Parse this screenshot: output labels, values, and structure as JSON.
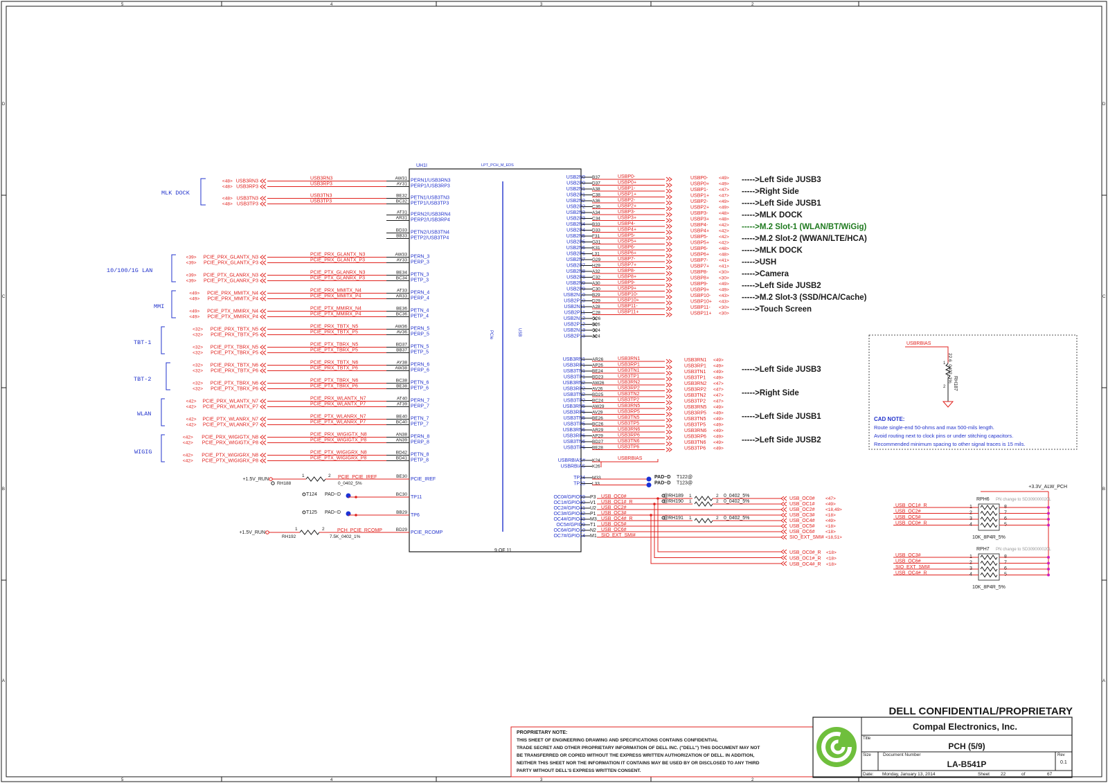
{
  "border": {
    "cols": [
      "5",
      "4",
      "3",
      "2"
    ],
    "rows": [
      "D",
      "C",
      "B",
      "A"
    ]
  },
  "ic": {
    "ref": "UH1I",
    "part": "LPT_PCH_M_EDS",
    "part_of": "9 OF 11",
    "sec_left": "PCIe",
    "sec_right": "USB"
  },
  "groups": [
    {
      "label": "MLK DOCK"
    },
    {
      "label": "10/100/1G LAN"
    },
    {
      "label": "MMI"
    },
    {
      "label": "TBT-1"
    },
    {
      "label": "TBT-2"
    },
    {
      "label": "WLAN"
    },
    {
      "label": "WIGIG"
    }
  ],
  "left_nets": [
    {
      "ref": "<48>",
      "net": "USB3RN3",
      "lbl": "USB3RN3",
      "ball": "AW31",
      "pin": "PERN1/USB3RN3"
    },
    {
      "ref": "<48>",
      "net": "USB3RP3",
      "lbl": "USB3RP3",
      "ball": "AY31",
      "pin": "PERP1/USB3RP3"
    },
    {
      "ref": "<48>",
      "net": "USB3TN3",
      "lbl": "USB3TN3",
      "ball": "BE32",
      "pin": "PETN1/USB3TN3"
    },
    {
      "ref": "<48>",
      "net": "USB3TP3",
      "lbl": "USB3TP3",
      "ball": "BC32",
      "pin": "PETP1/USB3TP3"
    },
    {
      "ref": "",
      "net": "",
      "lbl": "",
      "ball": "AT31",
      "pin": "PERN2/USB3RN4"
    },
    {
      "ref": "",
      "net": "",
      "lbl": "",
      "ball": "AR31",
      "pin": "PERP2/USB3RP4"
    },
    {
      "ref": "",
      "net": "",
      "lbl": "",
      "ball": "BD33",
      "pin": "PETN2/USB3TN4"
    },
    {
      "ref": "",
      "net": "",
      "lbl": "",
      "ball": "BB33",
      "pin": "PETP2/USB3TP4"
    },
    {
      "ref": "<39>",
      "net": "PCIE_PRX_GLANTX_N3",
      "lbl": "PCIE_PRX_GLANTX_N3",
      "ball": "AW33",
      "pin": "PERN_3"
    },
    {
      "ref": "<39>",
      "net": "PCIE_PRX_GLANTX_P3",
      "lbl": "PCIE_PRX_GLANTX_P3",
      "ball": "AY33",
      "pin": "PERP_3"
    },
    {
      "ref": "<39>",
      "net": "PCIE_PTX_GLANRX_N3",
      "lbl": "PCIE_PTX_GLANRX_N3",
      "ball": "BE34",
      "pin": "PETN_3"
    },
    {
      "ref": "<39>",
      "net": "PCIE_PTX_GLANRX_P3",
      "lbl": "PCIE_PTX_GLANRX_P3",
      "ball": "BC34",
      "pin": "PETP_3"
    },
    {
      "ref": "<49>",
      "net": "PCIE_PRX_MMITX_N4",
      "lbl": "PCIE_PRX_MMITX_N4",
      "ball": "AT33",
      "pin": "PERN_4"
    },
    {
      "ref": "<49>",
      "net": "PCIE_PRX_MMITX_P4",
      "lbl": "PCIE_PRX_MMITX_P4",
      "ball": "AR33",
      "pin": "PERP_4"
    },
    {
      "ref": "<49>",
      "net": "PCIE_PTX_MMIRX_N4",
      "lbl": "PCIE_PTX_MMIRX_N4",
      "ball": "BE36",
      "pin": "PETN_4"
    },
    {
      "ref": "<49>",
      "net": "PCIE_PTX_MMIRX_P4",
      "lbl": "PCIE_PTX_MMIRX_P4",
      "ball": "BC36",
      "pin": "PETP_4"
    },
    {
      "ref": "<32>",
      "net": "PCIE_PRX_TBTX_N5",
      "lbl": "PCIE_PRX_TBTX_N5",
      "ball": "AW36",
      "pin": "PERN_5"
    },
    {
      "ref": "<32>",
      "net": "PCIE_PRX_TBTX_P5",
      "lbl": "PCIE_PRX_TBTX_P5",
      "ball": "AV36",
      "pin": "PERP_5"
    },
    {
      "ref": "<32>",
      "net": "PCIE_PTX_TBRX_N5",
      "lbl": "PCIE_PTX_TBRX_N5",
      "ball": "BD37",
      "pin": "PETN_5"
    },
    {
      "ref": "<32>",
      "net": "PCIE_PTX_TBRX_P5",
      "lbl": "PCIE_PTX_TBRX_P5",
      "ball": "BB37",
      "pin": "PETP_5"
    },
    {
      "ref": "<32>",
      "net": "PCIE_PRX_TBTX_N6",
      "lbl": "PCIE_PRX_TBTX_N6",
      "ball": "AY38",
      "pin": "PERN_6"
    },
    {
      "ref": "<32>",
      "net": "PCIE_PRX_TBTX_P6",
      "lbl": "PCIE_PRX_TBTX_P6",
      "ball": "AW38",
      "pin": "PERP_6"
    },
    {
      "ref": "<32>",
      "net": "PCIE_PTX_TBRX_N6",
      "lbl": "PCIE_PTX_TBRX_N6",
      "ball": "BC38",
      "pin": "PETN_6"
    },
    {
      "ref": "<32>",
      "net": "PCIE_PTX_TBRX_P6",
      "lbl": "PCIE_PTX_TBRX_P6",
      "ball": "BE38",
      "pin": "PETP_6"
    },
    {
      "ref": "<42>",
      "net": "PCIE_PRX_WLANTX_N7",
      "lbl": "PCIE_PRX_WLANTX_N7",
      "ball": "AT40",
      "pin": "PERN_7"
    },
    {
      "ref": "<42>",
      "net": "PCIE_PRX_WLANTX_P7",
      "lbl": "PCIE_PRX_WLANTX_P7",
      "ball": "AT39",
      "pin": "PERP_7"
    },
    {
      "ref": "<42>",
      "net": "PCIE_PTX_WLANRX_N7",
      "lbl": "PCIE_PTX_WLANRX_N7",
      "ball": "BE40",
      "pin": "PETN_7"
    },
    {
      "ref": "<42>",
      "net": "PCIE_PTX_WLANRX_P7",
      "lbl": "PCIE_PTX_WLANRX_P7",
      "ball": "BC40",
      "pin": "PETP_7"
    },
    {
      "ref": "<42>",
      "net": "PCIE_PRX_WIGIGTX_N8",
      "lbl": "PCIE_PRX_WIGIGTX_N8",
      "ball": "AN38",
      "pin": "PERN_8"
    },
    {
      "ref": "<42>",
      "net": "PCIE_PRX_WIGIGTX_P8",
      "lbl": "PCIE_PRX_WIGIGTX_P8",
      "ball": "AN39",
      "pin": "PERP_8"
    },
    {
      "ref": "<42>",
      "net": "PCIE_PTX_WIGIGRX_N8",
      "lbl": "PCIE_PTX_WIGIGRX_N8",
      "ball": "BD42",
      "pin": "PETN_8"
    },
    {
      "ref": "<42>",
      "net": "PCIE_PTX_WIGIGRX_P8",
      "lbl": "PCIE_PTX_WIGIGRX_P8",
      "ball": "BD41",
      "pin": "PETP_8"
    }
  ],
  "left_misc": {
    "iref": {
      "rail": "+1.5V_RUN",
      "res": "RH188",
      "net": "PCIE_PCIE_IREF",
      "val": "0_0402_5%",
      "ball": "BE30",
      "pin": "PCIE_IREF",
      "p1": "1",
      "p2": "2"
    },
    "tp11": {
      "tp": "T124",
      "pad": "PAD~D",
      "ball": "BC30",
      "pin": "TP11"
    },
    "tp6": {
      "tp": "T125",
      "pad": "PAD~D",
      "ball": "BB29",
      "pin": "TP6"
    },
    "rcomp": {
      "rail": "+1.5V_RUN",
      "res": "RH192",
      "net": "PCH_PCIE_RCOMP",
      "val": "7.5K_0402_1%",
      "ball": "BD29",
      "pin": "PCIE_RCOMP",
      "p1": "1",
      "p2": "2"
    }
  },
  "usb2": [
    {
      "pin": "USB2N0",
      "ball": "B37",
      "net": "USBP0-",
      "lbl": "USBP0-",
      "ref": "<49>",
      "dest": "----->Left Side JUSB3"
    },
    {
      "pin": "USB2P0",
      "ball": "D37",
      "net": "USBP0+",
      "lbl": "USBP0+",
      "ref": "<49>",
      "dest": ""
    },
    {
      "pin": "USB2N1",
      "ball": "A38",
      "net": "USBP1-",
      "lbl": "USBP1-",
      "ref": "<47>",
      "dest": "----->Right Side"
    },
    {
      "pin": "USB2P1",
      "ball": "C38",
      "net": "USBP1+",
      "lbl": "USBP1+",
      "ref": "<47>",
      "dest": ""
    },
    {
      "pin": "USB2N2",
      "ball": "A36",
      "net": "USBP2-",
      "lbl": "USBP2-",
      "ref": "<49>",
      "dest": "----->Left Side JUSB1"
    },
    {
      "pin": "USB2P2",
      "ball": "C36",
      "net": "USBP2+",
      "lbl": "USBP2+",
      "ref": "<49>",
      "dest": ""
    },
    {
      "pin": "USB2N3",
      "ball": "A34",
      "net": "USBP3-",
      "lbl": "USBP3-",
      "ref": "<48>",
      "dest": "----->MLK DOCK"
    },
    {
      "pin": "USB2P3",
      "ball": "C34",
      "net": "USBP3+",
      "lbl": "USBP3+",
      "ref": "<48>",
      "dest": ""
    },
    {
      "pin": "USB2N4",
      "ball": "B33",
      "net": "USBP4-",
      "lbl": "USBP4-",
      "ref": "<42>",
      "dest": "----->M.2 Slot-1 (WLAN/BT/WiGig)"
    },
    {
      "pin": "USB2P4",
      "ball": "D33",
      "net": "USBP4+",
      "lbl": "USBP4+",
      "ref": "<42>",
      "dest": ""
    },
    {
      "pin": "USB2N5",
      "ball": "F31",
      "net": "USBP5-",
      "lbl": "USBP5-",
      "ref": "<42>",
      "dest": "----->M.2 Slot-2 (WWAN/LTE/HCA)"
    },
    {
      "pin": "USB2P5",
      "ball": "G31",
      "net": "USBP5+",
      "lbl": "USBP5+",
      "ref": "<42>",
      "dest": ""
    },
    {
      "pin": "USB2N6",
      "ball": "K31",
      "net": "USBP6-",
      "lbl": "USBP6-",
      "ref": "<48>",
      "dest": "----->MLK DOCK"
    },
    {
      "pin": "USB2P6",
      "ball": "L31",
      "net": "USBP6+",
      "lbl": "USBP6+",
      "ref": "<48>",
      "dest": ""
    },
    {
      "pin": "USB2N7",
      "ball": "G29",
      "net": "USBP7-",
      "lbl": "USBP7-",
      "ref": "<41>",
      "dest": "----->USH"
    },
    {
      "pin": "USB2P7",
      "ball": "H29",
      "net": "USBP7+",
      "lbl": "USBP7+",
      "ref": "<41>",
      "dest": ""
    },
    {
      "pin": "USB2N8",
      "ball": "A32",
      "net": "USBP8-",
      "lbl": "USBP8-",
      "ref": "<30>",
      "dest": "----->Camera"
    },
    {
      "pin": "USB2P8",
      "ball": "C32",
      "net": "USBP8+",
      "lbl": "USBP8+",
      "ref": "<30>",
      "dest": ""
    },
    {
      "pin": "USB2N9",
      "ball": "A30",
      "net": "USBP9-",
      "lbl": "USBP9-",
      "ref": "<49>",
      "dest": "----->Left Side JUSB2"
    },
    {
      "pin": "USB2P9",
      "ball": "C30",
      "net": "USBP9+",
      "lbl": "USBP9+",
      "ref": "<49>",
      "dest": ""
    },
    {
      "pin": "USB2N10",
      "ball": "B29",
      "net": "USBP10-",
      "lbl": "USBP10-",
      "ref": "<43>",
      "dest": "----->M.2 Slot-3 (SSD/HCA/Cache)"
    },
    {
      "pin": "USB2P10",
      "ball": "D29",
      "net": "USBP10+",
      "lbl": "USBP10+",
      "ref": "<43>",
      "dest": ""
    },
    {
      "pin": "USB2N11",
      "ball": "A28",
      "net": "USBP11-",
      "lbl": "USBP11-",
      "ref": "<30>",
      "dest": "----->Touch Screen"
    },
    {
      "pin": "USB2P11",
      "ball": "C28",
      "net": "USBP11+",
      "lbl": "USBP11+",
      "ref": "<30>",
      "dest": ""
    },
    {
      "pin": "USB2N12",
      "ball": "G26",
      "net": "",
      "lbl": "",
      "ref": "",
      "dest": ""
    },
    {
      "pin": "USB2P12",
      "ball": "E26",
      "net": "",
      "lbl": "",
      "ref": "",
      "dest": ""
    },
    {
      "pin": "USB2N13",
      "ball": "C24",
      "net": "",
      "lbl": "",
      "ref": "",
      "dest": ""
    },
    {
      "pin": "USB2P13",
      "ball": "A24",
      "net": "",
      "lbl": "",
      "ref": "",
      "dest": ""
    }
  ],
  "usb3": [
    {
      "pin": "USB3RN1",
      "ball": "AR26",
      "net": "USB3RN1",
      "lbl": "USB3RN1",
      "ref": "<49>",
      "dest": "----->Left Side JUSB3"
    },
    {
      "pin": "USB3RP1",
      "ball": "AP26",
      "net": "USB3RP1",
      "lbl": "USB3RP1",
      "ref": "<49>",
      "dest": ""
    },
    {
      "pin": "USB3TN1",
      "ball": "BE24",
      "net": "USB3TN1",
      "lbl": "USB3TN1",
      "ref": "<49>",
      "dest": ""
    },
    {
      "pin": "USB3TP1",
      "ball": "BD23",
      "net": "USB3TP1",
      "lbl": "USB3TP1",
      "ref": "<49>",
      "dest": ""
    },
    {
      "pin": "USB3RN2",
      "ball": "AW26",
      "net": "USB3RN2",
      "lbl": "USB3RN2",
      "ref": "<47>",
      "dest": "----->Right Side"
    },
    {
      "pin": "USB3RP2",
      "ball": "AV26",
      "net": "USB3RP2",
      "lbl": "USB3RP2",
      "ref": "<47>",
      "dest": ""
    },
    {
      "pin": "USB3TN2",
      "ball": "BD25",
      "net": "USB3TN2",
      "lbl": "USB3TN2",
      "ref": "<47>",
      "dest": ""
    },
    {
      "pin": "USB3TP2",
      "ball": "BC24",
      "net": "USB3TP2",
      "lbl": "USB3TP2",
      "ref": "<47>",
      "dest": ""
    },
    {
      "pin": "USB3RN5",
      "ball": "AW29",
      "net": "USB3RN5",
      "lbl": "USB3RN5",
      "ref": "<49>",
      "dest": "----->Left Side JUSB1"
    },
    {
      "pin": "USB3RP5",
      "ball": "AV29",
      "net": "USB3RP5",
      "lbl": "USB3RP5",
      "ref": "<49>",
      "dest": ""
    },
    {
      "pin": "USB3TN5",
      "ball": "BE26",
      "net": "USB3TN5",
      "lbl": "USB3TN5",
      "ref": "<49>",
      "dest": ""
    },
    {
      "pin": "USB3TP5",
      "ball": "BC26",
      "net": "USB3TP5",
      "lbl": "USB3TP5",
      "ref": "<49>",
      "dest": ""
    },
    {
      "pin": "USB3RN6",
      "ball": "AR29",
      "net": "USB3RN6",
      "lbl": "USB3RN6",
      "ref": "<49>",
      "dest": "----->Left Side JUSB2"
    },
    {
      "pin": "USB3RP6",
      "ball": "AP29",
      "net": "USB3RP6",
      "lbl": "USB3RP6",
      "ref": "<49>",
      "dest": ""
    },
    {
      "pin": "USB3TN6",
      "ball": "BD27",
      "net": "USB3TN6",
      "lbl": "USB3TN6",
      "ref": "<49>",
      "dest": ""
    },
    {
      "pin": "USB3TP6",
      "ball": "BE28",
      "net": "USB3TP6",
      "lbl": "USB3TP6",
      "ref": "<49>",
      "dest": ""
    }
  ],
  "usbbias": {
    "pins": [
      {
        "pin": "USBRBIAS#",
        "ball": "K24"
      },
      {
        "pin": "USBRBIAS",
        "ball": "K26"
      }
    ],
    "net": "USBRBIAS"
  },
  "tp24": [
    {
      "pin": "TP24",
      "ball": "M33",
      "pad": "PAD~D",
      "tp": "T122@"
    },
    {
      "pin": "TP23",
      "ball": "L33",
      "pad": "PAD~D",
      "tp": "T123@"
    }
  ],
  "oc": [
    {
      "pin": "OC0#/GPIO59",
      "ball": "P3",
      "net": "USB_OC0#",
      "res": "@RH189",
      "p1": "1",
      "p2": "2",
      "val": "0_0402_5%",
      "out": "USB_OC0#",
      "ref": "<47>"
    },
    {
      "pin": "OC1#/GPIO40",
      "ball": "V1",
      "net": "USB_OC1#_R",
      "res": "@RH190",
      "p1": "1",
      "p2": "2",
      "val": "0_0402_5%",
      "out": "USB_OC1#",
      "ref": "<49>"
    },
    {
      "pin": "OC2#/GPIO41",
      "ball": "U2",
      "net": "USB_OC2#",
      "res": "",
      "p1": "",
      "p2": "",
      "val": "",
      "out": "USB_OC2#",
      "ref": "<18,49>"
    },
    {
      "pin": "OC3#/GPIO42",
      "ball": "P1",
      "net": "USB_OC3#",
      "res": "",
      "p1": "",
      "p2": "",
      "val": "",
      "out": "USB_OC3#",
      "ref": "<18>"
    },
    {
      "pin": "OC4#/GPIO43",
      "ball": "M3",
      "net": "USB_OC4#_R",
      "res": "@RH191",
      "p1": "1",
      "p2": "2",
      "val": "0_0402_5%",
      "out": "USB_OC4#",
      "ref": "<49>"
    },
    {
      "pin": "OC5#/GPIO9",
      "ball": "T1",
      "net": "USB_OC5#",
      "res": "",
      "p1": "",
      "p2": "",
      "val": "",
      "out": "USB_OC5#",
      "ref": "<18>"
    },
    {
      "pin": "OC6#/GPIO10",
      "ball": "N2",
      "net": "USB_OC6#",
      "res": "",
      "p1": "",
      "p2": "",
      "val": "",
      "out": "USB_OC6#",
      "ref": "<18>"
    },
    {
      "pin": "OC7#/GPIO14",
      "ball": "M1",
      "net": "SIO_EXT_SMI#",
      "res": "",
      "p1": "",
      "p2": "",
      "val": "",
      "out": "SIO_EXT_SMI#",
      "ref": "<18,51>"
    }
  ],
  "oc_r": [
    {
      "out": "USB_OC0#_R",
      "ref": "<18>"
    },
    {
      "out": "USB_OC1#_R",
      "ref": "<18>"
    },
    {
      "out": "USB_OC4#_R",
      "ref": "<18>"
    }
  ],
  "bias_res": {
    "net": "USBRBIAS",
    "ref": "RH187",
    "val": "22.6_0402_1%",
    "p1": "1",
    "p2": "2"
  },
  "cad_note": {
    "title": "CAD NOTE:",
    "lines": [
      "Route single-end 50-ohms and max 500-mils length.",
      "Avoid routing next to clock pins or under stitching capacitors.",
      "Recommended minimum spacing to other signal traces is 15 mils."
    ]
  },
  "rp": {
    "rail": "+3.3V_ALW_PCH",
    "a": {
      "ref": "RPH6",
      "note": "PN change to SD309000020L",
      "val": "10K_8P4R_5%",
      "nets": [
        "USB_OC1#_R",
        "USB_OC2#",
        "USB_OC5#",
        "USB_OC0#_R"
      ],
      "l": [
        "1",
        "2",
        "3",
        "4"
      ],
      "r": [
        "8",
        "7",
        "6",
        "5"
      ]
    },
    "b": {
      "ref": "RPH7",
      "note": "PN change to SD309000020L",
      "val": "10K_8P4R_5%",
      "nets": [
        "USB_OC3#",
        "USB_OC6#",
        "SIO_EXT_SMI#",
        "USB_OC4#_R"
      ],
      "l": [
        "1",
        "2",
        "3",
        "4"
      ],
      "r": [
        "8",
        "7",
        "6",
        "5"
      ]
    }
  },
  "prop": {
    "title": "PROPRIETARY NOTE:",
    "lines": [
      "THIS SHEET OF ENGINEERING DRAWING AND SPECIFICATIONS CONTAINS CONFIDENTIAL",
      "TRADE SECRET AND OTHER PROPRIETARY INFORMATION OF DELL INC. (\"DELL\") THIS DOCUMENT MAY NOT",
      "BE TRANSFERRED OR COPIED WITHOUT THE EXPRESS WRITTEN AUTHORIZATION OF DELL. IN ADDITION,",
      "NEITHER THIS SHEET NOR THE INFORMATION IT CONTAINS MAY BE USED BY OR DISCLOSED TO ANY THIRD",
      "PARTY WITHOUT DELL'S EXPRESS WRITTEN CONSENT."
    ]
  },
  "title_block": {
    "confidential": "DELL CONFIDENTIAL/PROPRIETARY",
    "company": "Compal Electronics, Inc.",
    "title_lbl": "Title",
    "title": "PCH (5/9)",
    "size_lbl": "Size",
    "docnum_lbl": "Document Number",
    "docnum": "LA-B541P",
    "rev_lbl": "Rev",
    "rev": "0.1",
    "date_lbl": "Date:",
    "date": "Monday, January 13, 2014",
    "sheet_lbl": "Sheet",
    "sheet": "22",
    "of_lbl": "of",
    "total": "67"
  },
  "colors": {
    "line": "#1a1a1a",
    "net": "#e0201c",
    "label": "#2233cc",
    "green": "#1f7a1f",
    "logo": "#6fbf3c",
    "pad": "#1a33d6"
  }
}
